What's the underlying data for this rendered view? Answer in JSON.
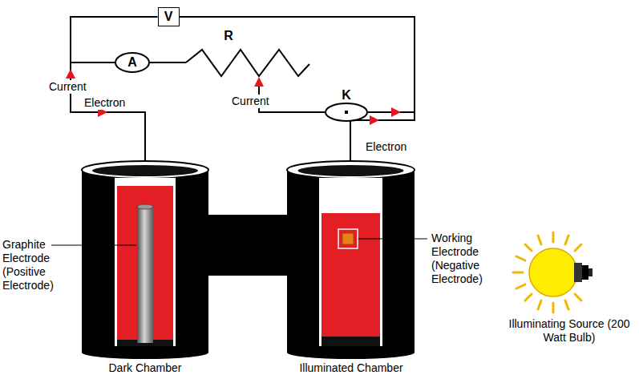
{
  "diagram": {
    "nodes": [
      {
        "text": [
          "V"
        ]
      },
      {
        "text": [
          "A"
        ]
      },
      {
        "text": [
          "K"
        ]
      }
    ],
    "edges": [
      {
        "from": 0,
        "to": 1,
        "arrow": "none"
      },
      {
        "from": 0,
        "to": 2,
        "arrow": "none"
      }
    ],
    "labels": [
      "R",
      "Current",
      "Electron",
      "Current",
      "Electron",
      "Graphite Electrode (Positive Electrode)",
      "Working Electrode (Negative Electrode)",
      "Illuminating Source (200 Watt Bulb)",
      "Dark Chamber",
      "Illuminated Chamber"
    ]
  }
}
